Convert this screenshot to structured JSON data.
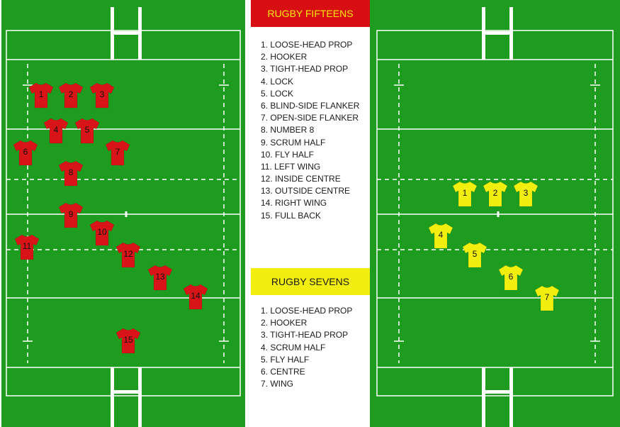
{
  "fifteens": {
    "title": "RUGBY FIFTEENS",
    "shirt_color": "#d81418",
    "positions": [
      {
        "num": "1",
        "label": "1.  LOOSE-HEAD PROP"
      },
      {
        "num": "2",
        "label": "2.  HOOKER"
      },
      {
        "num": "3",
        "label": "3.  TIGHT-HEAD PROP"
      },
      {
        "num": "4",
        "label": "4.  LOCK"
      },
      {
        "num": "5",
        "label": "5.  LOCK"
      },
      {
        "num": "6",
        "label": "6.  BLIND-SIDE FLANKER"
      },
      {
        "num": "7",
        "label": "7.  OPEN-SIDE FLANKER"
      },
      {
        "num": "8",
        "label": "8. NUMBER 8"
      },
      {
        "num": "9",
        "label": "9.  SCRUM HALF"
      },
      {
        "num": "10",
        "label": "10. FLY HALF"
      },
      {
        "num": "11",
        "label": "11. LEFT WING"
      },
      {
        "num": "12",
        "label": "12. INSIDE CENTRE"
      },
      {
        "num": "13",
        "label": "13. OUTSIDE CENTRE"
      },
      {
        "num": "14",
        "label": "14. RIGHT WING"
      },
      {
        "num": "15",
        "label": "15. FULL BACK"
      }
    ]
  },
  "sevens": {
    "title": "RUGBY SEVENS",
    "shirt_color": "#f2ee0e",
    "positions": [
      {
        "num": "1",
        "label": "1.  LOOSE-HEAD PROP"
      },
      {
        "num": "2",
        "label": "2.  HOOKER"
      },
      {
        "num": "3",
        "label": "3.  TIGHT-HEAD PROP"
      },
      {
        "num": "4",
        "label": "4.  SCRUM HALF"
      },
      {
        "num": "5",
        "label": "5.  FLY HALF"
      },
      {
        "num": "6",
        "label": "6.  CENTRE"
      },
      {
        "num": "7",
        "label": "7.  WING"
      }
    ]
  },
  "colors": {
    "pitch": "#1e9c1f",
    "lines": "#ffffff"
  }
}
